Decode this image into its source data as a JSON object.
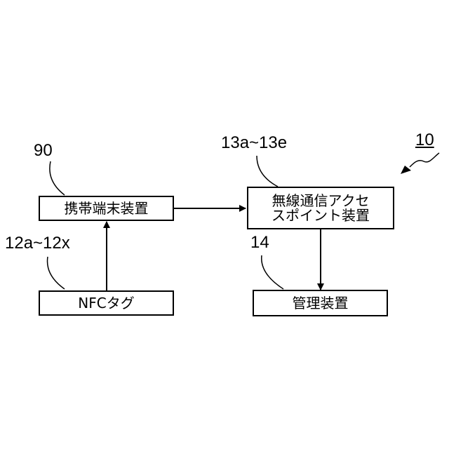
{
  "system_ref": "10",
  "nodes": {
    "mobile_terminal": {
      "ref": "90",
      "label": "携帯端末装置"
    },
    "access_point": {
      "ref": "13a~13e",
      "label_line1": "無線通信アクセ",
      "label_line2": "スポイント装置"
    },
    "nfc_tag": {
      "ref": "12a~12x",
      "label": "NFCタグ"
    },
    "management": {
      "ref": "14",
      "label": "管理装置"
    }
  }
}
